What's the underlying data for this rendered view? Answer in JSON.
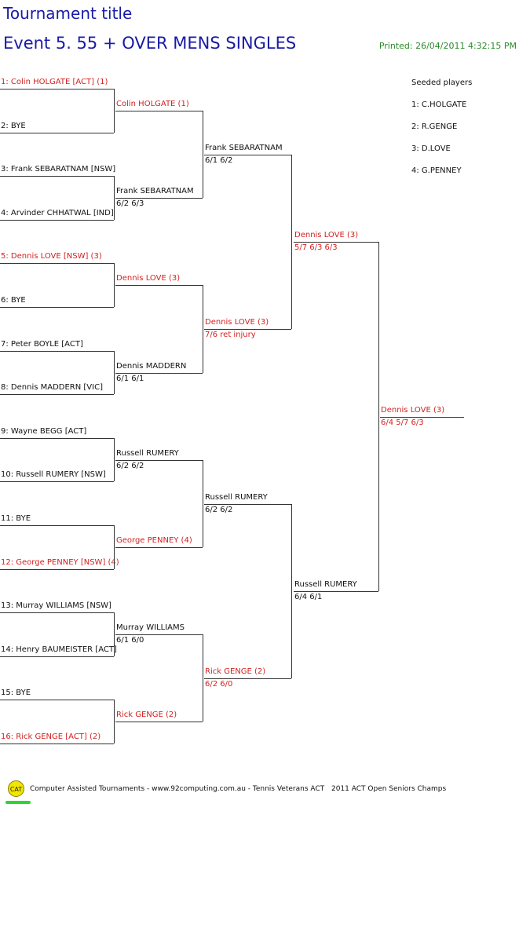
{
  "tournament_title": "Tournament title",
  "event_title": "Event 5. 55 + OVER MENS SINGLES",
  "printed": "Printed: 26/04/2011 4:32:15 PM",
  "seeds": {
    "heading": "Seeded players",
    "list": [
      "1: C.HOLGATE",
      "2: R.GENGE",
      "3: D.LOVE",
      "4: G.PENNEY"
    ]
  },
  "round1": [
    {
      "text": "1: Colin HOLGATE [ACT] (1)",
      "color": "#d42020"
    },
    {
      "text": "2: BYE",
      "color": "#111111"
    },
    {
      "text": "3: Frank SEBARATNAM [NSW]",
      "color": "#111111"
    },
    {
      "text": "4: Arvinder CHHATWAL [IND]",
      "color": "#111111"
    },
    {
      "text": "5: Dennis LOVE [NSW] (3)",
      "color": "#d42020"
    },
    {
      "text": "6: BYE",
      "color": "#111111"
    },
    {
      "text": "7: Peter BOYLE [ACT]",
      "color": "#111111"
    },
    {
      "text": "8: Dennis MADDERN [VIC]",
      "color": "#111111"
    },
    {
      "text": "9: Wayne BEGG [ACT]",
      "color": "#111111"
    },
    {
      "text": "10: Russell RUMERY [NSW]",
      "color": "#111111"
    },
    {
      "text": "11: BYE",
      "color": "#111111"
    },
    {
      "text": "12: George PENNEY [NSW] (4)",
      "color": "#d42020"
    },
    {
      "text": "13: Murray WILLIAMS [NSW]",
      "color": "#111111"
    },
    {
      "text": "14: Henry BAUMEISTER [ACT]",
      "color": "#111111"
    },
    {
      "text": "15: BYE",
      "color": "#111111"
    },
    {
      "text": "16: Rick GENGE [ACT] (2)",
      "color": "#d42020"
    }
  ],
  "round2": [
    {
      "name": "Colin HOLGATE (1)",
      "score": "",
      "color": "#d42020"
    },
    {
      "name": "Frank SEBARATNAM",
      "score": "6/2 6/3",
      "color": "#111111"
    },
    {
      "name": "Dennis LOVE (3)",
      "score": "",
      "color": "#d42020"
    },
    {
      "name": "Dennis MADDERN",
      "score": "6/1 6/1",
      "color": "#111111"
    },
    {
      "name": "Russell RUMERY",
      "score": "6/2 6/2",
      "color": "#111111"
    },
    {
      "name": "George PENNEY (4)",
      "score": "",
      "color": "#d42020"
    },
    {
      "name": "Murray WILLIAMS",
      "score": "6/1 6/0",
      "color": "#111111"
    },
    {
      "name": "Rick GENGE (2)",
      "score": "",
      "color": "#d42020"
    }
  ],
  "quarterfinals": [
    {
      "name": "Frank SEBARATNAM",
      "score": "6/1 6/2",
      "color": "#111111"
    },
    {
      "name": "Dennis LOVE (3)",
      "score": "7/6 ret injury",
      "color": "#d42020"
    },
    {
      "name": "Russell RUMERY",
      "score": "6/2 6/2",
      "color": "#111111"
    },
    {
      "name": "Rick GENGE (2)",
      "score": "6/2 6/0",
      "color": "#d42020"
    }
  ],
  "semifinals": [
    {
      "name": "Dennis LOVE (3)",
      "score": "5/7 6/3 6/3",
      "color": "#d42020"
    },
    {
      "name": "Russell RUMERY",
      "score": "6/4 6/1",
      "color": "#111111"
    }
  ],
  "final": {
    "name": "Dennis LOVE (3)",
    "score": "6/4 5/7 6/3",
    "color": "#d42020"
  },
  "footer": {
    "logo_text": "CAT",
    "credit": "Computer Assisted Tournaments - www.92computing.com.au -  Tennis Veterans ACT",
    "event": "2011 ACT Open Seniors Champs"
  }
}
